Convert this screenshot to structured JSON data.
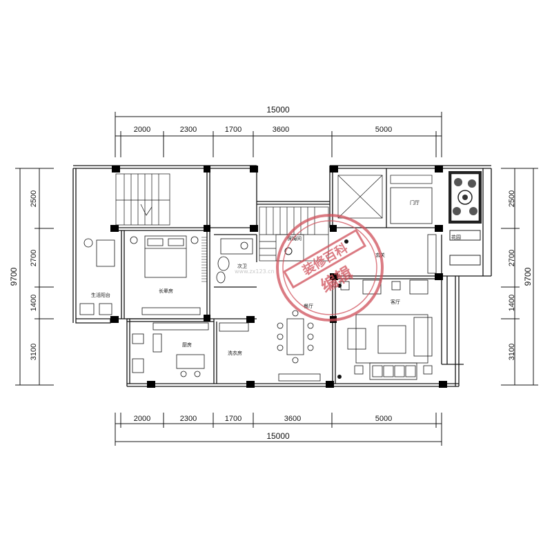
{
  "dimensions": {
    "top_total": "15000",
    "top_segments": [
      "2000",
      "2300",
      "1700",
      "3600",
      "5000"
    ],
    "bottom_total": "15000",
    "bottom_segments": [
      "2000",
      "2300",
      "1700",
      "3600",
      "5000"
    ],
    "left_total": "9700",
    "left_segments": [
      "2500",
      "2700",
      "1400",
      "3100"
    ],
    "right_total": "9700",
    "right_segments": [
      "2500",
      "2700",
      "1400",
      "3100"
    ]
  },
  "rooms": {
    "study": "生活阳台",
    "master_bedroom": "长辈房",
    "bathroom": "次卫",
    "storage": "保姆间",
    "foyer": "门厅",
    "entrance": "玄关",
    "garden": "花园",
    "dining": "餐厅",
    "living": "客厅",
    "kitchen": "厨房",
    "utility": "洗衣房"
  },
  "stamp": {
    "line1": "装修百科",
    "line2": "编辑",
    "color": "#d0505a"
  },
  "watermark": "www.zx123.cn",
  "colors": {
    "ink": "#111111",
    "wall": "#000000",
    "stamp": "#d0505a"
  }
}
